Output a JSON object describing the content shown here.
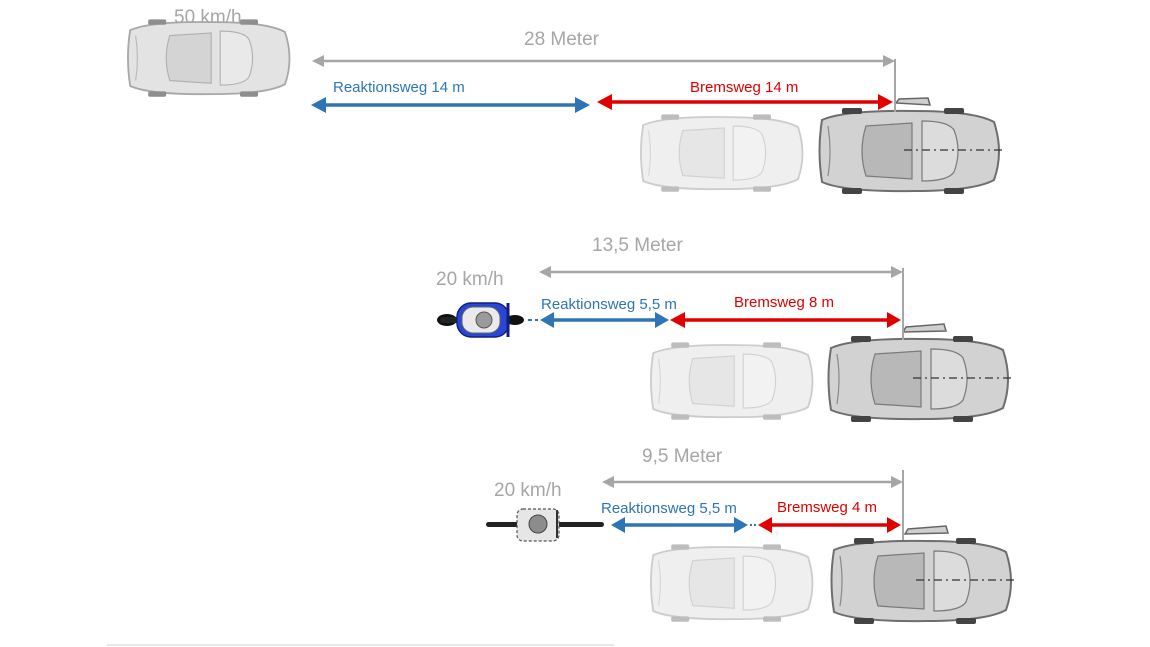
{
  "colors": {
    "gray_label": "#a6a6a6",
    "total_arrow": "#a6a6a6",
    "reaction_arrow": "#2e75b6",
    "braking_arrow": "#e00000",
    "car_ghost": "#e9e9e9",
    "car_main": "#c8c8c8",
    "cyclist_jacket": "#2a46d6"
  },
  "scenarios": [
    {
      "speed": "50 km/h",
      "vehicle": "car-icon",
      "total": "28 Meter",
      "reaction": "Reaktionsweg 14 m",
      "braking": "Bremsweg 14 m"
    },
    {
      "speed": "20 km/h",
      "vehicle": "motorcycle-icon",
      "total": "13,5 Meter",
      "reaction": "Reaktionsweg 5,5 m",
      "braking": "Bremsweg 8 m"
    },
    {
      "speed": "20 km/h",
      "vehicle": "bicycle-icon",
      "total": "9,5 Meter",
      "reaction": "Reaktionsweg 5,5 m",
      "braking": "Bremsweg 4 m"
    }
  ]
}
